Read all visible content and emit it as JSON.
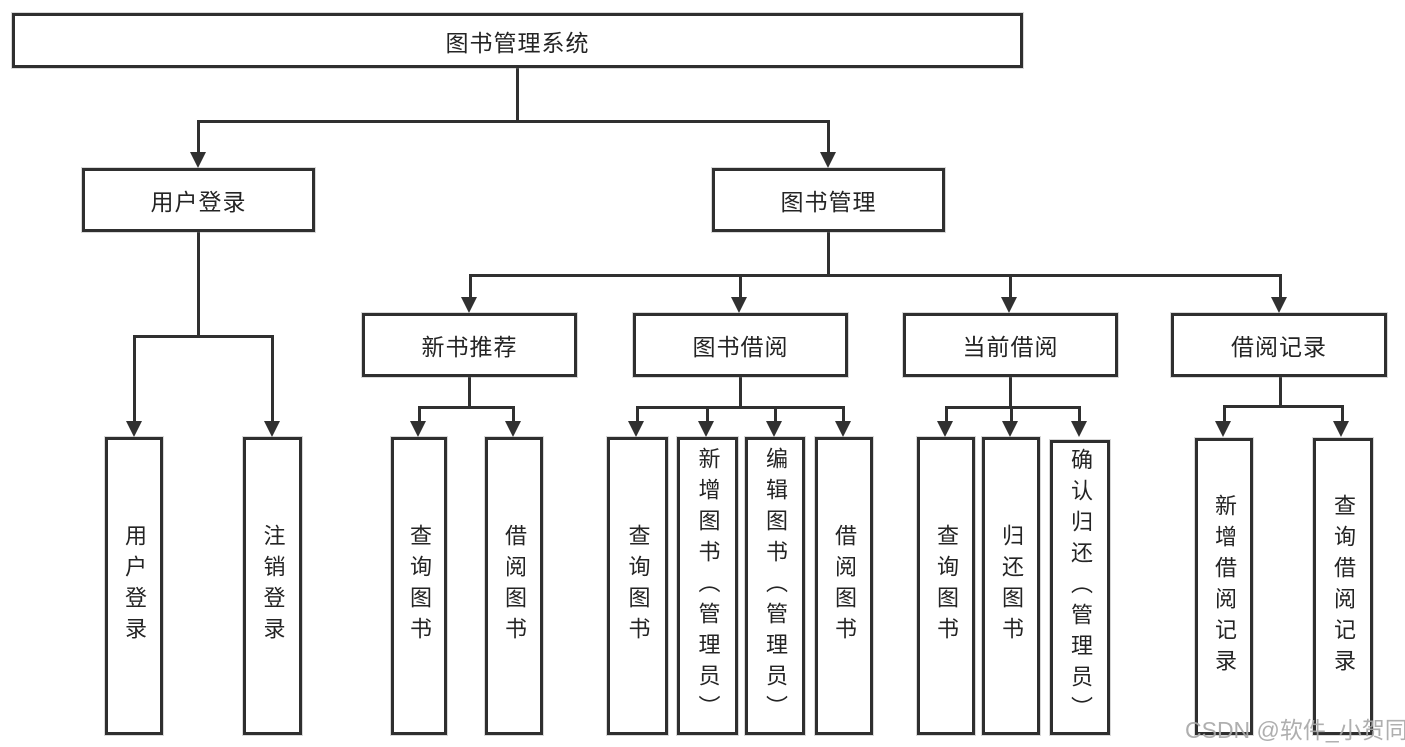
{
  "tree": {
    "root": {
      "label": "图书管理系统"
    },
    "branches": [
      {
        "label": "用户登录",
        "children": [
          {
            "label": "用户登录"
          },
          {
            "label": "注销登录"
          }
        ]
      },
      {
        "label": "图书管理",
        "children": [
          {
            "label": "新书推荐",
            "children": [
              {
                "label": "查询图书"
              },
              {
                "label": "借阅图书"
              }
            ]
          },
          {
            "label": "图书借阅",
            "children": [
              {
                "label": "查询图书"
              },
              {
                "label": "新增图书（管理员）"
              },
              {
                "label": "编辑图书（管理员）"
              },
              {
                "label": "借阅图书"
              }
            ]
          },
          {
            "label": "当前借阅",
            "children": [
              {
                "label": "查询图书"
              },
              {
                "label": "归还图书"
              },
              {
                "label": "确认归还（管理员）"
              }
            ]
          },
          {
            "label": "借阅记录",
            "children": [
              {
                "label": "新增借阅记录"
              },
              {
                "label": "查询借阅记录"
              }
            ]
          }
        ]
      }
    ]
  },
  "watermark": {
    "text": "CSDN @软件_小贺同学"
  },
  "colors": {
    "line": "#303030",
    "text": "#242424",
    "background": "#ffffff",
    "watermark": "#a8a8a8"
  }
}
